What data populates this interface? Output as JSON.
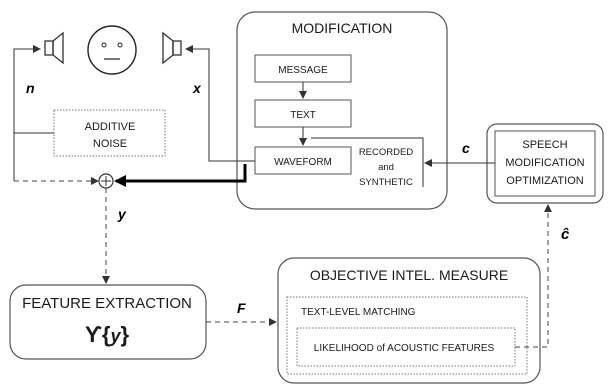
{
  "modification": {
    "title": "MODIFICATION",
    "message": "MESSAGE",
    "text": "TEXT",
    "waveform": "WAVEFORM",
    "recorded_line1": "RECORDED",
    "recorded_line2": "and",
    "recorded_line3": "SYNTHETIC"
  },
  "additive_noise": {
    "line1": "ADDITIVE",
    "line2": "NOISE"
  },
  "optimization": {
    "line1": "SPEECH",
    "line2": "MODIFICATION",
    "line3": "OPTIMIZATION"
  },
  "feature_extraction": {
    "title": "FEATURE EXTRACTION",
    "formula_symbol": "ϒ{",
    "formula_var": "y",
    "formula_close": "}"
  },
  "objective": {
    "title": "OBJECTIVE INTEL. MEASURE",
    "text_level": "TEXT-LEVEL MATCHING",
    "likelihood": "LIKELIHOOD of ACOUSTIC FEATURES"
  },
  "signal_labels": {
    "n": "n",
    "x": "x",
    "y": "y",
    "c": "c",
    "F": "F",
    "c_hat": "ĉ"
  },
  "icons": [
    "speaker-left-icon",
    "neutral-face-icon",
    "speaker-right-icon",
    "sum-junction-icon"
  ]
}
